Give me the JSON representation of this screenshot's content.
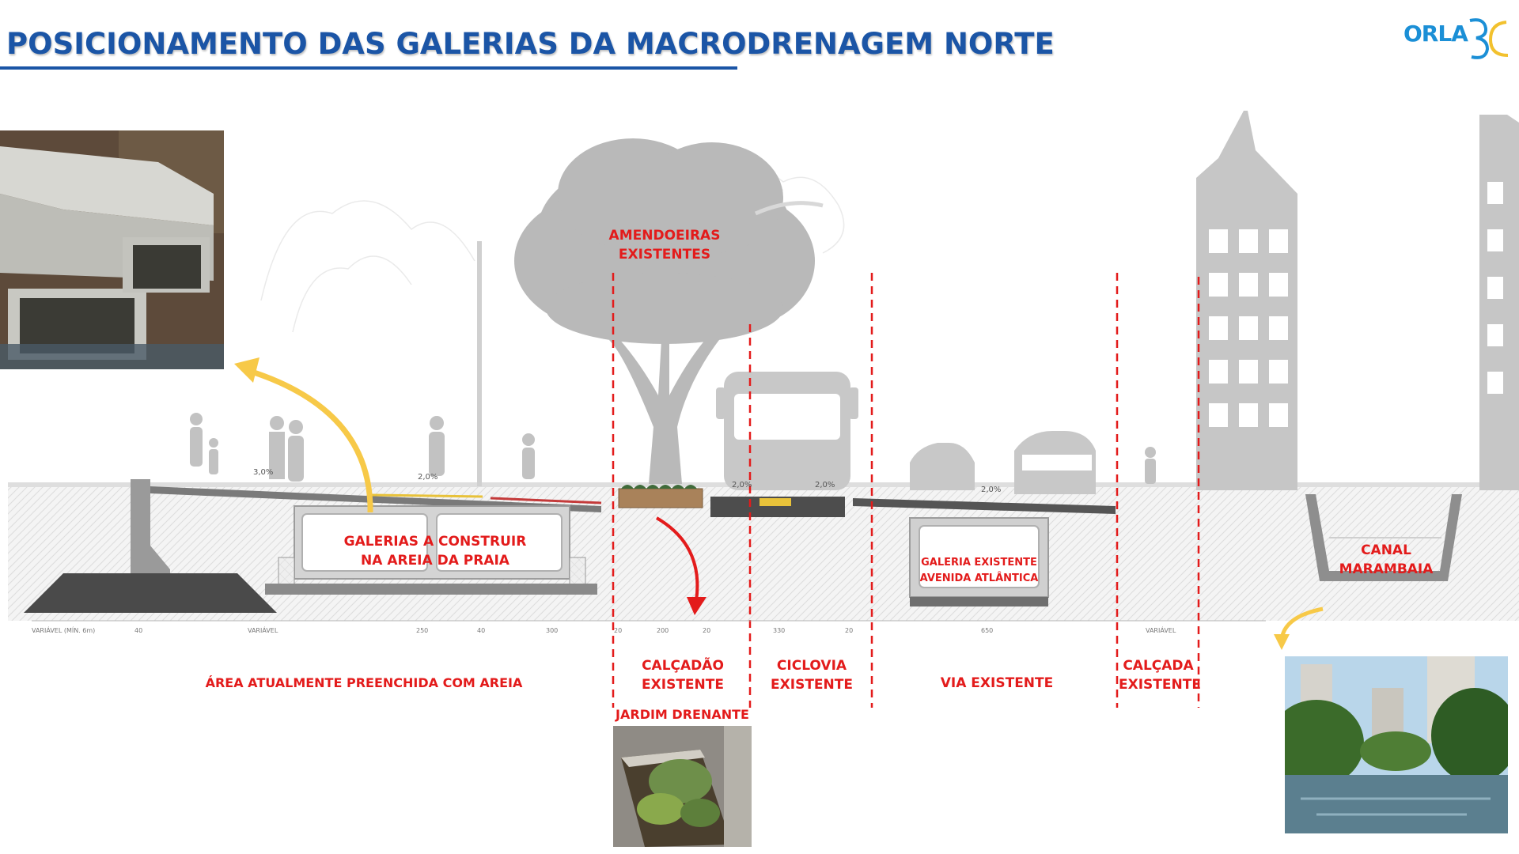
{
  "header": {
    "title": "POSICIONAMENTO DAS GALERIAS DA MACRODRENAGEM NORTE",
    "logo_text": "ORLA",
    "logo_mark": "BC"
  },
  "colors": {
    "title": "#1b55a6",
    "label_red": "#e31b1b",
    "arrow_yellow": "#f7c948",
    "silhouette_gray": "#c6c6c6",
    "logo_blue": "#1b8fd6",
    "logo_yellow": "#f2c12e"
  },
  "labels": {
    "trees": [
      "AMENDOEIRAS",
      "EXISTENTES"
    ],
    "galleries_to_build": [
      "GALERIAS A CONSTRUIR",
      "NA AREIA DA PRAIA"
    ],
    "existing_gallery": [
      "GALERIA EXISTENTE",
      "AVENIDA ATLÂNTICA"
    ],
    "canal": [
      "CANAL",
      "MARAMBAIA"
    ],
    "sand_area": "ÁREA ATUALMENTE PREENCHIDA COM AREIA",
    "promenade": [
      "CALÇADÃO",
      "EXISTENTE"
    ],
    "bike_lane": [
      "CICLOVIA",
      "EXISTENTE"
    ],
    "road": "VIA  EXISTENTE",
    "sidewalk": [
      "CALÇADA",
      "EXISTENTE"
    ],
    "drainage_garden": "JARDIM DRENANTE"
  },
  "slopes": [
    "3,0%",
    "2,0%",
    "2,0%",
    "2,0%",
    "2,0%"
  ],
  "dimensions": [
    "VARIÁVEL (MÍN. 6m)",
    "40",
    "VARIÁVEL",
    "250",
    "40",
    "300",
    "20",
    "200",
    "20",
    "330",
    "20",
    "650",
    "VARIÁVEL"
  ],
  "photos": [
    {
      "name": "precast-gallery-photo",
      "icon": "concrete-box-culvert"
    },
    {
      "name": "drainage-garden-photo",
      "icon": "planted-curb-garden"
    },
    {
      "name": "canal-photo",
      "icon": "urban-canal"
    }
  ]
}
